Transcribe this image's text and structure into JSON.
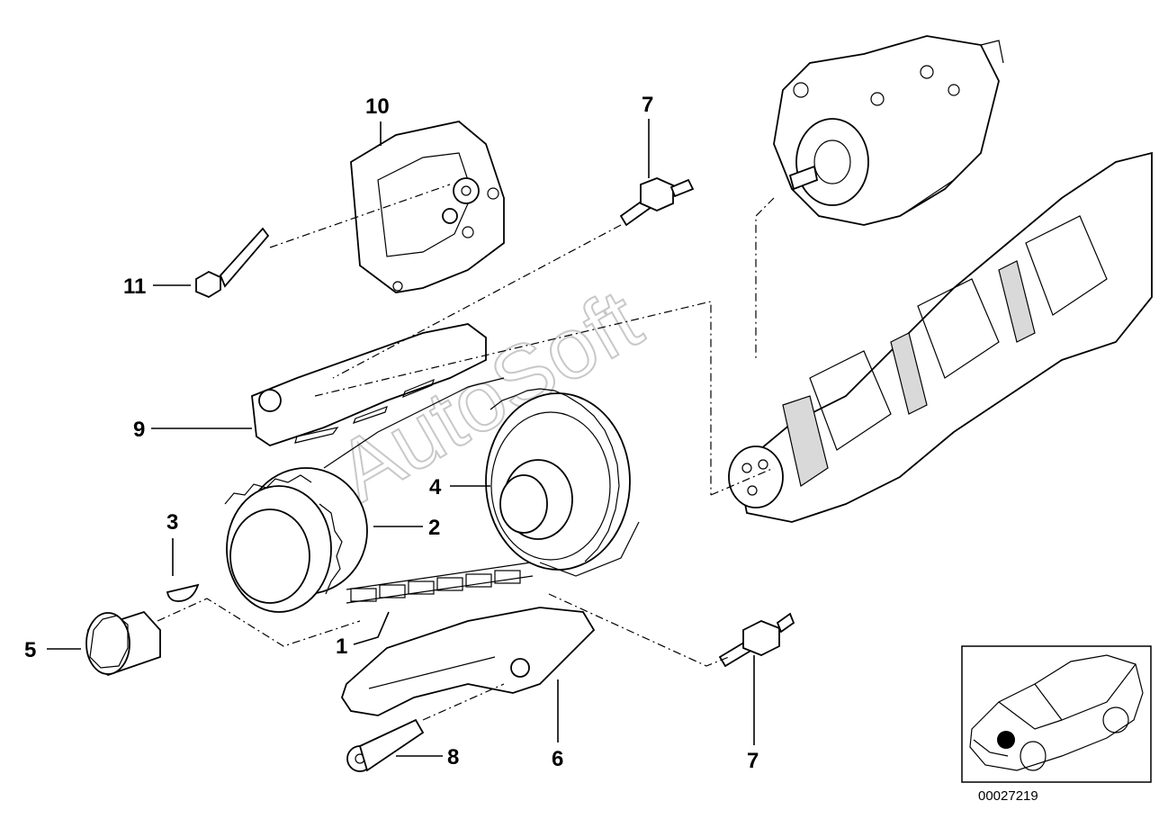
{
  "callouts": {
    "c1": "1",
    "c2": "2",
    "c3": "3",
    "c4": "4",
    "c5": "5",
    "c6": "6",
    "c7a": "7",
    "c7b": "7",
    "c8": "8",
    "c9": "9",
    "c10": "10",
    "c11": "11"
  },
  "watermark": "AutoSoft",
  "diagram_id": "00027219"
}
